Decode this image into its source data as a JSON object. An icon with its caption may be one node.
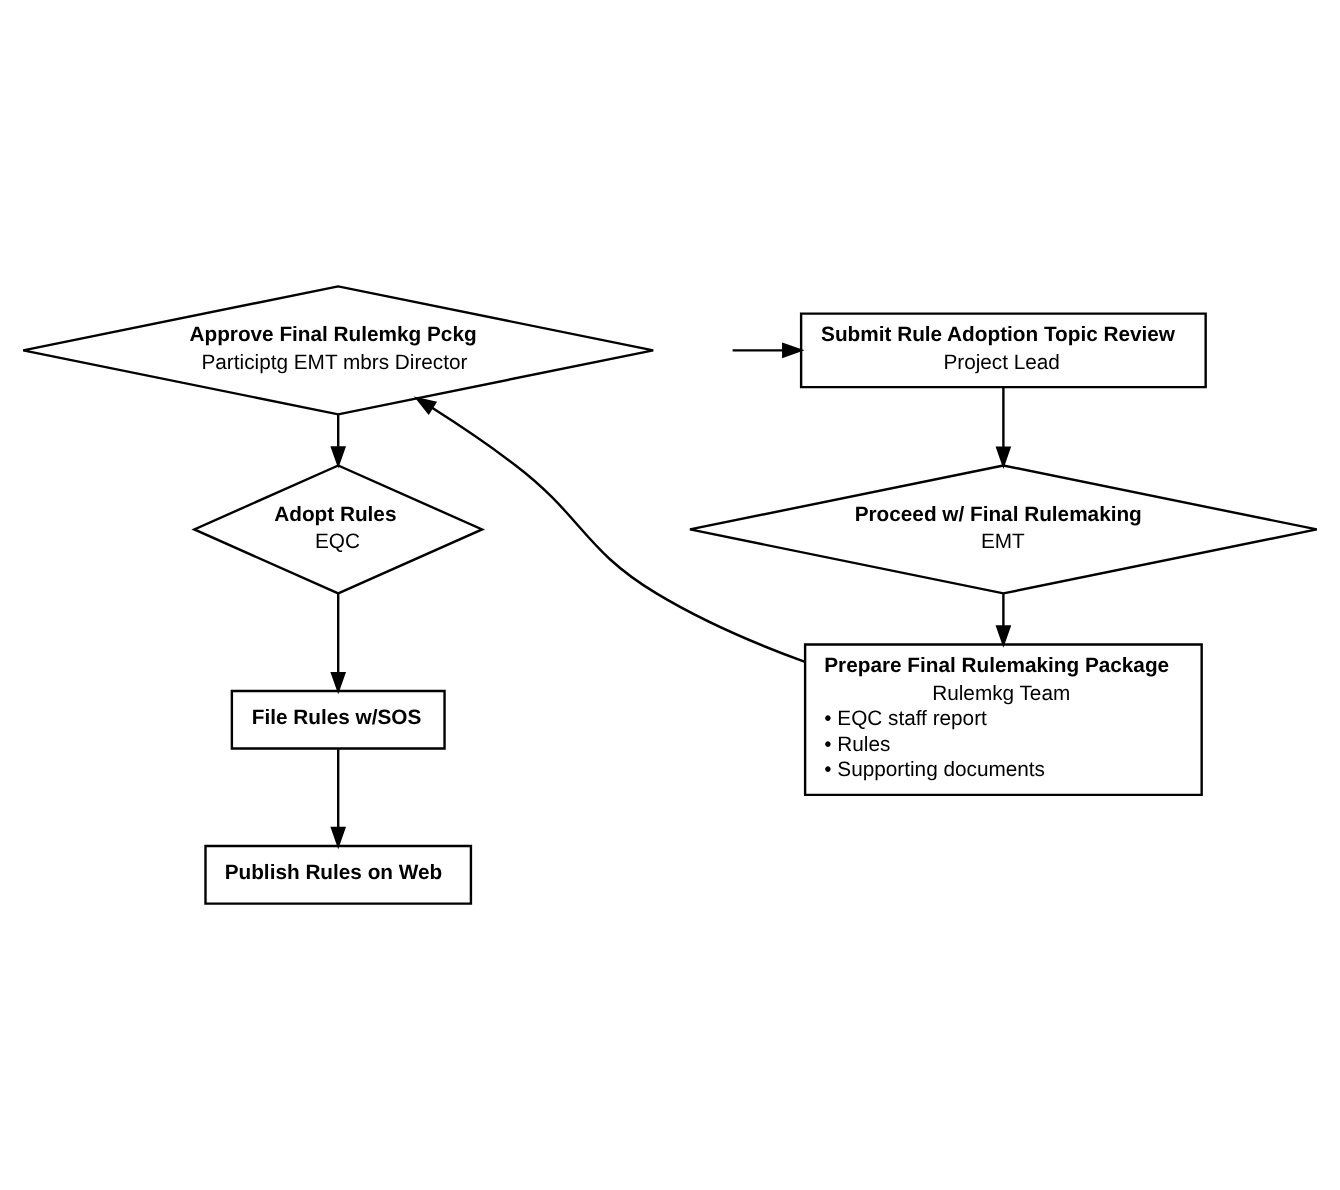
{
  "diagram": {
    "nodes": [
      {
        "text": [
          "Submit Rule Adoption Topic Review",
          "Project Lead"
        ]
      },
      {
        "text": [
          "Proceed w/ Final Rulemaking",
          "EMT"
        ]
      },
      {
        "text": [
          "Prepare Final Rulemaking Package",
          "Rulemkg Team",
          "• EQC staff report",
          "• Rules",
          "• Supporting documents"
        ]
      },
      {
        "text": [
          "Approve Final Rulemkg Pckg",
          "Participtg EMT mbrs Director"
        ]
      },
      {
        "text": [
          "Adopt Rules",
          "EQC"
        ]
      },
      {
        "text": [
          "File Rules w/SOS"
        ]
      },
      {
        "text": [
          "Publish Rules on Web"
        ]
      }
    ],
    "edges": [
      {
        "from": null,
        "to": 0,
        "arrow": "to"
      },
      {
        "from": 0,
        "to": 1,
        "arrow": "to"
      },
      {
        "from": 1,
        "to": 2,
        "arrow": "to"
      },
      {
        "from": 2,
        "to": 3,
        "arrow": "to"
      },
      {
        "from": 3,
        "to": 4,
        "arrow": "to"
      },
      {
        "from": 4,
        "to": 5,
        "arrow": "to"
      },
      {
        "from": 5,
        "to": 6,
        "arrow": "to"
      }
    ]
  }
}
